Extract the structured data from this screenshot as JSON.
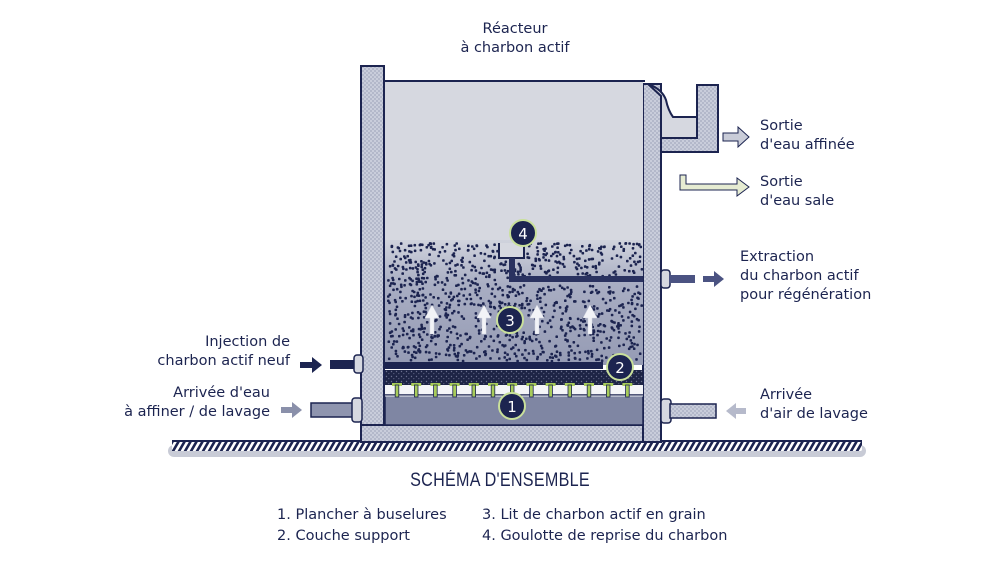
{
  "header": {
    "title_line1": "Réacteur",
    "title_line2": "à charbon actif"
  },
  "labels": {
    "sortie_affinee": {
      "line1": "Sortie",
      "line2": "d'eau affinée"
    },
    "sortie_sale": {
      "line1": "Sortie",
      "line2": "d'eau sale"
    },
    "extraction": {
      "line1": "Extraction",
      "line2": "du charbon actif",
      "line3": "pour régénération"
    },
    "injection": {
      "line1": "Injection de",
      "line2": "charbon actif neuf"
    },
    "arrivee_eau": {
      "line1": "Arrivée d'eau",
      "line2": "à affiner / de lavage"
    },
    "arrivee_air": {
      "line1": "Arrivée",
      "line2": "d'air de lavage"
    }
  },
  "badges": [
    "1",
    "2",
    "3",
    "4"
  ],
  "footer": {
    "title": "SCHÉMA D'ENSEMBLE",
    "legend": [
      "1. Plancher à buselures",
      "2. Couche support",
      "3. Lit de charbon actif en grain",
      "4. Goulotte de reprise du charbon"
    ]
  },
  "colors": {
    "ink": "#1c2450",
    "wall": "#c7cbd9",
    "water": "#d6d8e0",
    "bed": "#9aa0b8",
    "plenum": "#7f86a3",
    "nozzle": "#a8cc5a",
    "dirty_arrow": "#e6ecd2",
    "clean_arrow": "#c9ccd8"
  }
}
